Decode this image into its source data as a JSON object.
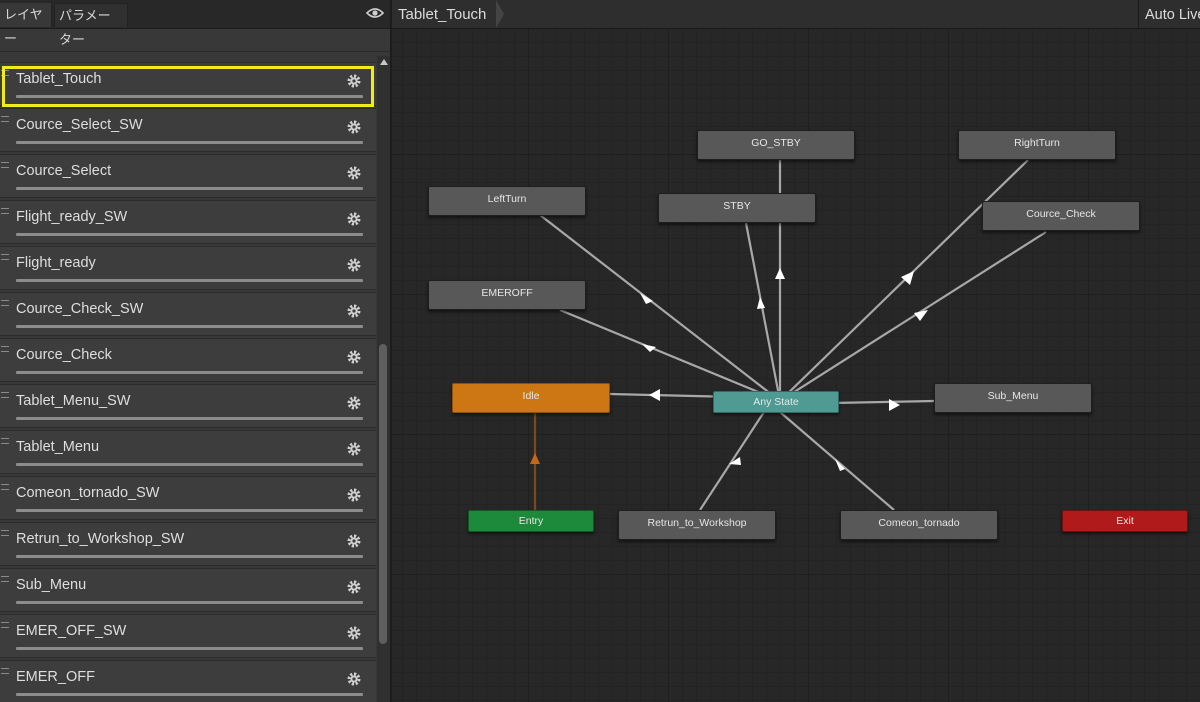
{
  "left_panel": {
    "tabs": {
      "layers": "レイヤー",
      "parameters": "パラメーター"
    },
    "add_symbol": "+",
    "parameters": [
      {
        "name": "Tablet_Touch",
        "selected": true
      },
      {
        "name": "Cource_Select_SW"
      },
      {
        "name": "Cource_Select"
      },
      {
        "name": "Flight_ready_SW"
      },
      {
        "name": "Flight_ready"
      },
      {
        "name": "Cource_Check_SW"
      },
      {
        "name": "Cource_Check"
      },
      {
        "name": "Tablet_Menu_SW"
      },
      {
        "name": "Tablet_Menu"
      },
      {
        "name": "Comeon_tornado_SW"
      },
      {
        "name": "Retrun_to_Workshop_SW"
      },
      {
        "name": "Sub_Menu"
      },
      {
        "name": "EMER_OFF_SW"
      },
      {
        "name": "EMER_OFF"
      }
    ]
  },
  "graph": {
    "breadcrumb": "Tablet_Touch",
    "auto_live": "Auto Live",
    "nodes": {
      "go_stby": "GO_STBY",
      "right_turn": "RightTurn",
      "left_turn": "LeftTurn",
      "stby": "STBY",
      "cource_check": "Cource_Check",
      "emeroff": "EMEROFF",
      "idle": "Idle",
      "any_state": "Any State",
      "sub_menu": "Sub_Menu",
      "entry": "Entry",
      "retrun_to_workshop": "Retrun_to_Workshop",
      "comeon_tornado": "Comeon_tornado",
      "exit": "Exit"
    },
    "colors": {
      "default_state": "#585858",
      "default_layer_state": "#cc7714",
      "entry": "#1c8a3a",
      "exit": "#b01a1a",
      "any_state": "#4f9a92",
      "transition": "#a8a8a8",
      "entry_transition": "#b5651d"
    }
  }
}
